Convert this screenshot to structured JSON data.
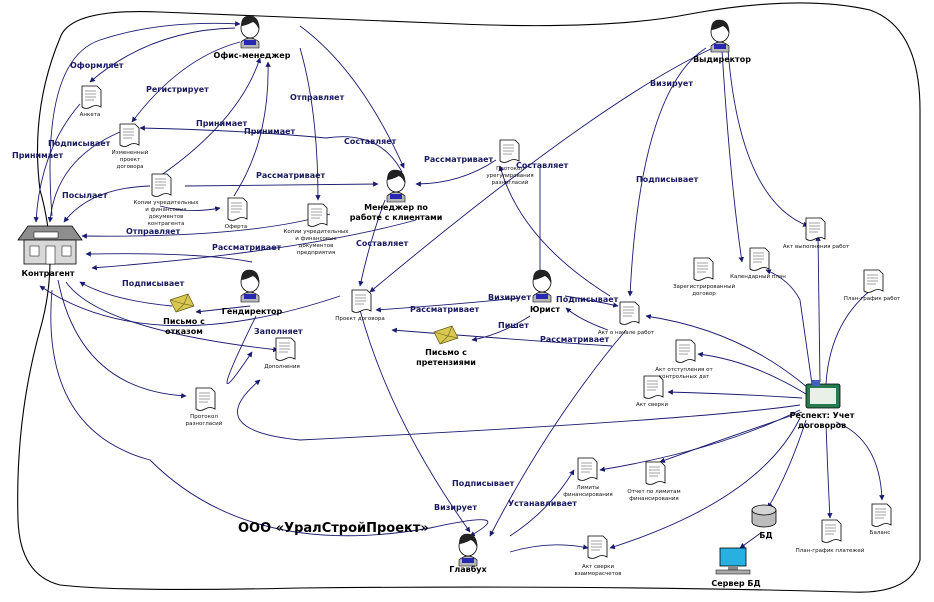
{
  "title": "ООО «УралСтройПроект»",
  "actors": {
    "office_manager": "Офис-менеджер",
    "exec_director": "Выдиректор",
    "client_manager_l1": "Менеджер по",
    "client_manager_l2": "работе с клиентами",
    "gen_director": "Гендиректор",
    "lawyer": "Юрист",
    "chief_accountant": "Главбух",
    "contractor": "Контрагент",
    "respect_l1": "Респект: Учет",
    "respect_l2": "договоров",
    "db": "БД",
    "db_server": "Сервер БД"
  },
  "documents": {
    "anketa": "Анкета",
    "changed_project_l1": "Измененный",
    "changed_project_l2": "проект",
    "changed_project_l3": "договора",
    "copies_cp_l1": "Копии учредительных",
    "copies_cp_l2": "и финансовых",
    "copies_cp_l3": "документов",
    "copies_cp_l4": "контрагента",
    "offer": "Оферта",
    "copies_ent_l1": "Копии учредительных",
    "copies_ent_l2": "и финансовых",
    "copies_ent_l3": "документов",
    "copies_ent_l4": "предприятия",
    "protocol_settle_l1": "Протокол",
    "protocol_settle_l2": "урегулирования",
    "protocol_settle_l3": "разногласий",
    "contract_project": "Проект договора",
    "protocol_dis_l1": "Протокол",
    "protocol_dis_l2": "разногласий",
    "add_agreement": "Дополнения",
    "act_start": "Акт о начале работ",
    "reg_contract_l1": "Зарегистрированный",
    "reg_contract_l2": "договор",
    "cal_plan": "Календарный план",
    "work_act": "Акт выполнения работ",
    "schedule": "План-график работ",
    "act_deviation_l1": "Акт отступления от",
    "act_deviation_l2": "контрольных дат",
    "act_reconcile_l": "Акт сверки",
    "limits_l1": "Лимиты",
    "limits_l2": "финансирования",
    "report_limits_l1": "Отчет по лимитам",
    "report_limits_l2": "финансирования",
    "act_mutual_l1": "Акт сверки",
    "act_mutual_l2": "взаиморасчетов",
    "payment_plan": "План-график платежей",
    "balance": "Баланс",
    "letter_reject_l1": "Письмо с",
    "letter_reject_l2": "отказом",
    "letter_claim_l1": "Письмо с",
    "letter_claim_l2": "претензиями"
  },
  "edge_labels": {
    "issues": "Оформляет",
    "registers": "Регистрирует",
    "accepts_top": "Принимает",
    "accepts_mid": "Принимает",
    "accepts_left": "Принимает",
    "sends_top": "Отправляет",
    "signs_left": "Подписывает",
    "sends_left": "Посылает",
    "compiles_top": "Составляет",
    "reviews_a": "Рассматривает",
    "reviews_b": "Рассматривает",
    "reviews_c": "Рассматривает",
    "reviews_d": "Рассматривает",
    "reviews_e": "Рассматривает",
    "sends_mid": "Отправляет",
    "compiles_mid": "Составляет",
    "compiles_right": "Составляет",
    "signs_gen": "Подписывает",
    "fills": "Заполняет",
    "endorses_top": "Визирует",
    "signs_right": "Подписывает",
    "endorses_lawyer": "Визирует",
    "signs_lawyer": "Подписывает",
    "writes": "Пишет",
    "signs_bottom": "Подписывает",
    "endorses_bottom": "Визирует",
    "sets": "Устанавливает"
  },
  "colors": {
    "edge": "#1a1a70",
    "letter": "#d8c850",
    "doc_fill": "#ffffff",
    "db": "#bcbcbc",
    "server": "#28b0e0",
    "person_collar": "#2828b0"
  }
}
